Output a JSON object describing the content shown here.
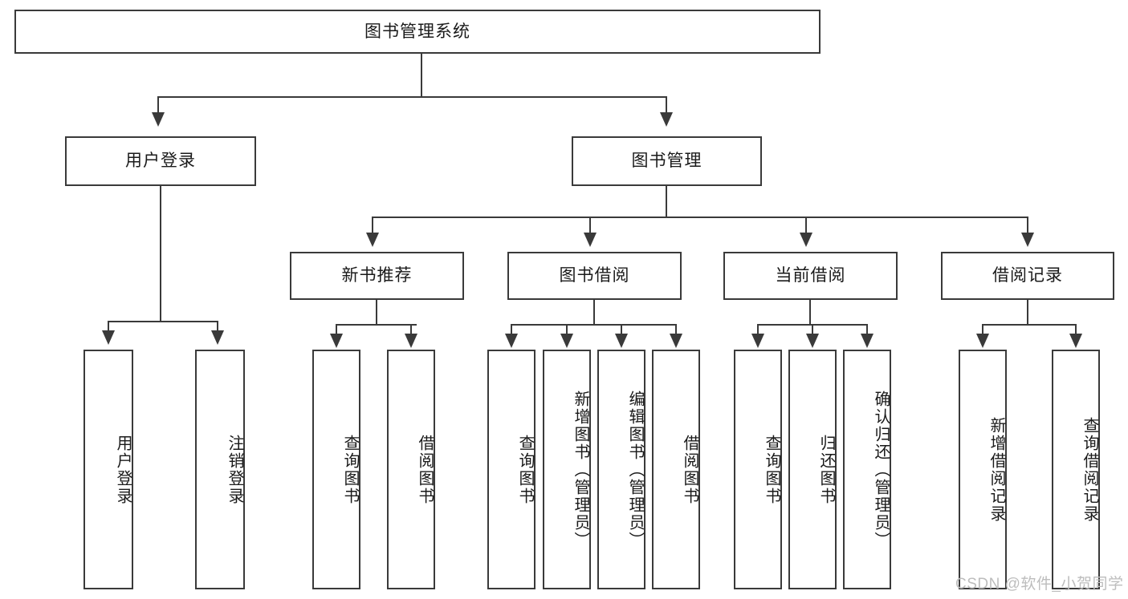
{
  "diagram": {
    "type": "tree-hierarchy",
    "title_node": {
      "label": "图书管理系统"
    },
    "level2": [
      {
        "label": "用户登录"
      },
      {
        "label": "图书管理"
      }
    ],
    "level3": [
      {
        "label": "新书推荐"
      },
      {
        "label": "图书借阅"
      },
      {
        "label": "当前借阅"
      },
      {
        "label": "借阅记录"
      }
    ],
    "leaves": {
      "user_login": [
        {
          "label": "用户登录"
        },
        {
          "label": "注销登录"
        }
      ],
      "new_book_recommend": [
        {
          "label": "查询图书"
        },
        {
          "label": "借阅图书"
        }
      ],
      "book_borrow": [
        {
          "label": "查询图书"
        },
        {
          "label": "新增图书（管理员）"
        },
        {
          "label": "编辑图书（管理员）"
        },
        {
          "label": "借阅图书"
        }
      ],
      "current_borrow": [
        {
          "label": "查询图书"
        },
        {
          "label": "归还图书"
        },
        {
          "label": "确认归还（管理员）"
        }
      ],
      "borrow_record": [
        {
          "label": "新增借阅记录"
        },
        {
          "label": "查询借阅记录"
        }
      ]
    }
  },
  "watermark": {
    "text": "CSDN @软件_小贺同学"
  },
  "colors": {
    "stroke": "#3a3a3a",
    "background": "#ffffff",
    "text": "#1a1a1a",
    "watermark": "#bdbdbd"
  }
}
